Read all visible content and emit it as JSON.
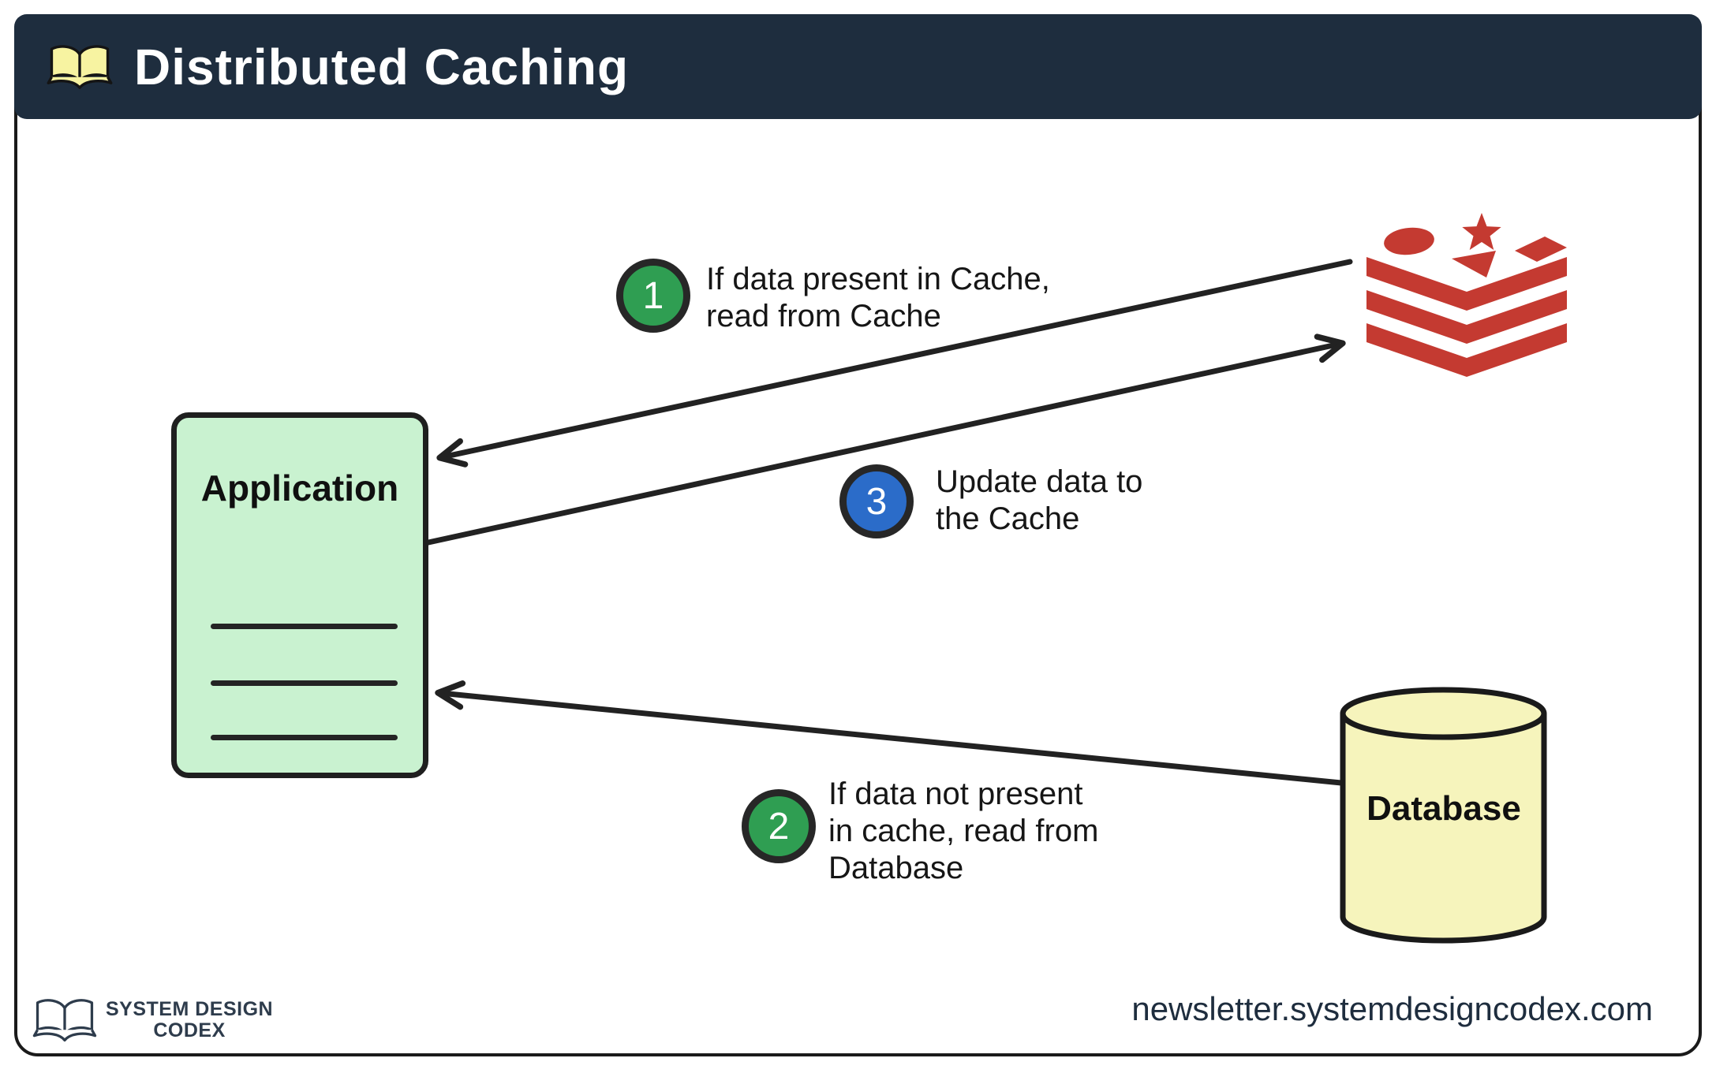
{
  "header": {
    "title": "Distributed Caching",
    "icon": "open-book-icon",
    "bg_color": "#1e2d3e"
  },
  "nodes": {
    "application": {
      "label": "Application",
      "fill_color": "#c9f2d0"
    },
    "cache": {
      "icon": "redis-logo",
      "color": "#c43a31"
    },
    "database": {
      "label": "Database",
      "fill_color": "#f6f4bc"
    }
  },
  "steps": [
    {
      "number": "1",
      "badge_color": "#2f9e52",
      "lines": [
        "If data present in Cache,",
        "read from Cache"
      ]
    },
    {
      "number": "2",
      "badge_color": "#2f9e52",
      "lines": [
        "If data not present",
        "in cache, read from",
        "Database"
      ]
    },
    {
      "number": "3",
      "badge_color": "#2b6cc9",
      "lines": [
        "Update data to",
        "the Cache"
      ]
    }
  ],
  "arrows": [
    {
      "name": "cache-to-application",
      "meaning": "read from cache"
    },
    {
      "name": "application-to-cache",
      "meaning": "update data to the cache"
    },
    {
      "name": "database-to-application",
      "meaning": "read from database"
    }
  ],
  "footer": {
    "logo_line1": "SYSTEM DESIGN",
    "logo_line2": "CODEX",
    "url": "newsletter.systemdesigncodex.com"
  }
}
